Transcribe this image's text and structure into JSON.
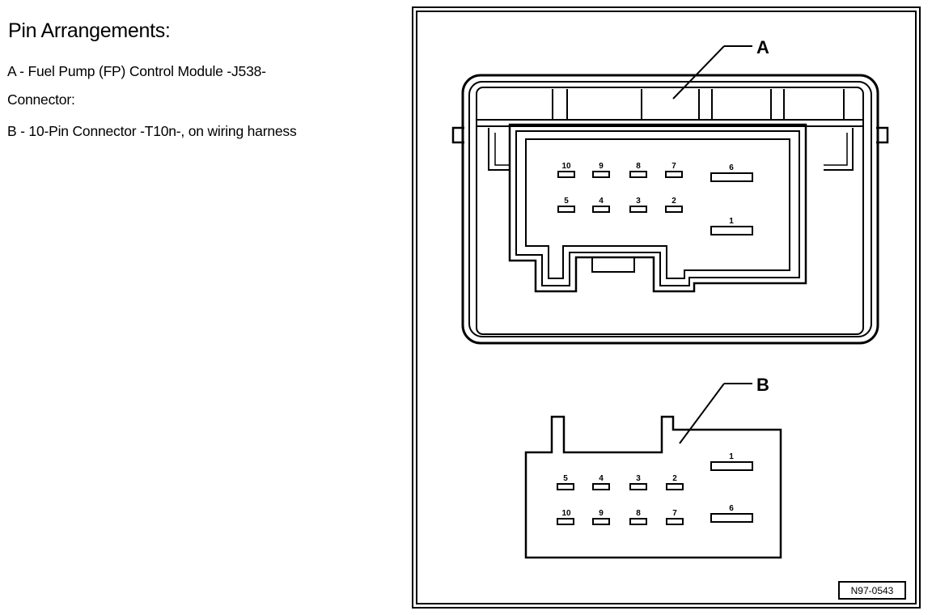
{
  "heading": "Pin Arrangements:",
  "legend": [
    "A - Fuel Pump (FP) Control Module -J538-",
    "Connector:",
    "B - 10-Pin Connector -T10n-, on wiring harness"
  ],
  "diagram": {
    "callout_a": "A",
    "callout_b": "B",
    "reference": "N97-0543",
    "connector_a_pins": [
      "10",
      "9",
      "8",
      "7",
      "6",
      "5",
      "4",
      "3",
      "2",
      "1"
    ],
    "connector_b_pins": [
      "5",
      "4",
      "3",
      "2",
      "1",
      "10",
      "9",
      "8",
      "7",
      "6"
    ]
  }
}
